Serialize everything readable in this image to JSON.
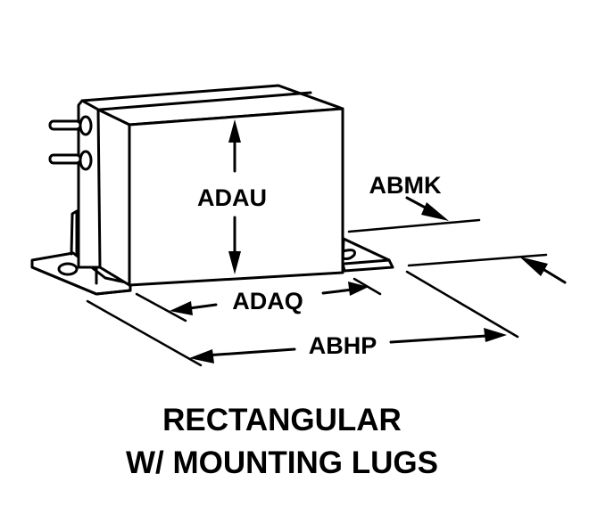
{
  "diagram": {
    "title": "Rectangular component with mounting lugs - dimension diagram",
    "stroke_color": "#000000",
    "background_color": "#ffffff",
    "dimensions": {
      "height": "ADAU",
      "body_length": "ADAQ",
      "lug_span": "ABHP",
      "lug_thickness": "ABMK"
    },
    "caption": {
      "line1": "RECTANGULAR",
      "line2": "W/ MOUNTING LUGS"
    }
  }
}
